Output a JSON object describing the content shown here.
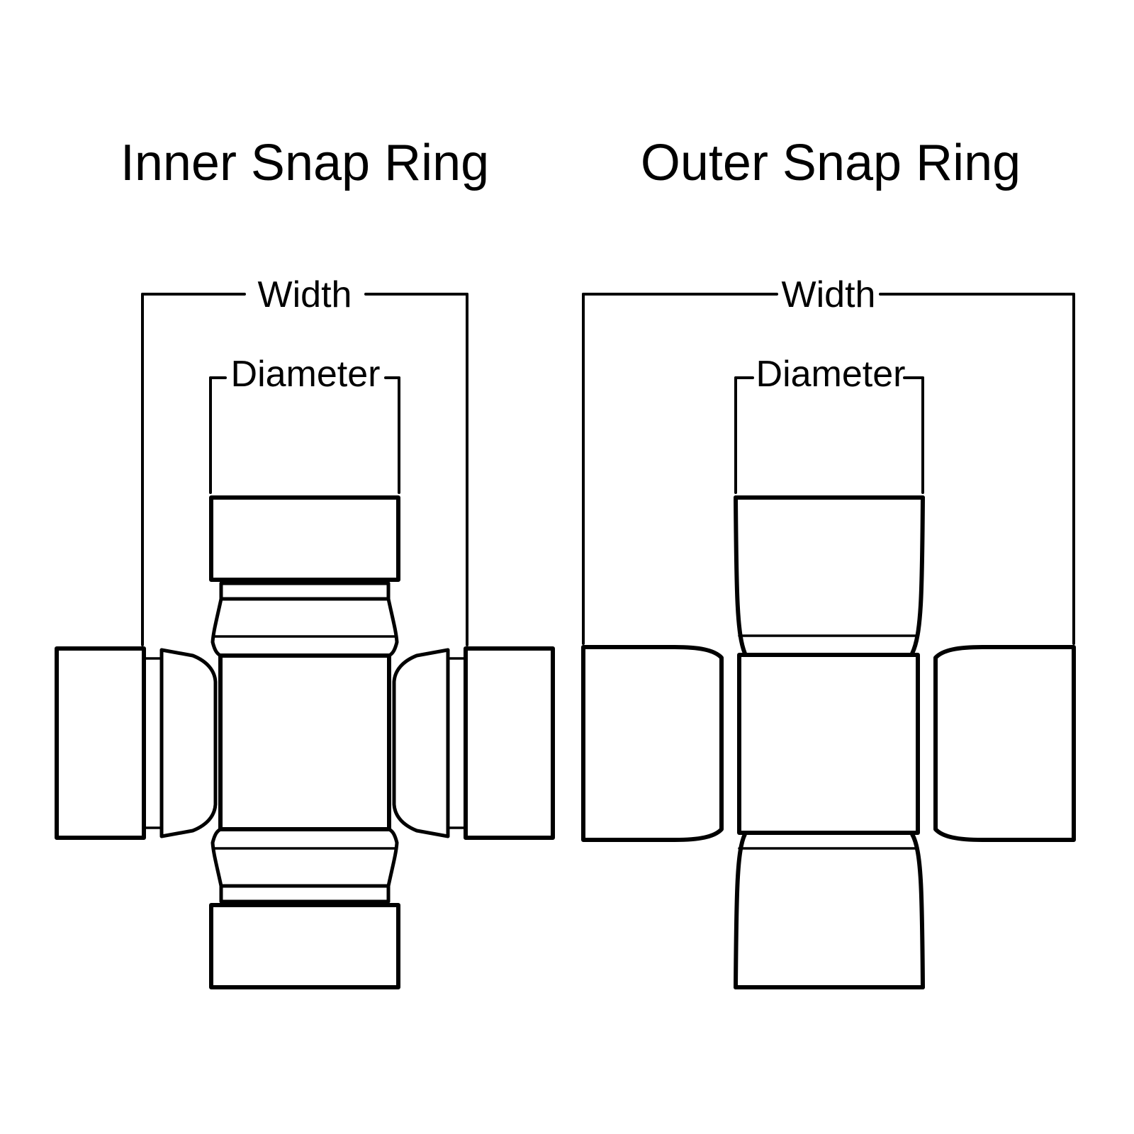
{
  "page": {
    "background_color": "#ffffff",
    "line_color": "#000000"
  },
  "diagrams": {
    "inner": {
      "title": "Inner Snap Ring",
      "width_label": "Width",
      "diameter_label": "Diameter"
    },
    "outer": {
      "title": "Outer Snap Ring",
      "width_label": "Width",
      "diameter_label": "Diameter"
    }
  }
}
